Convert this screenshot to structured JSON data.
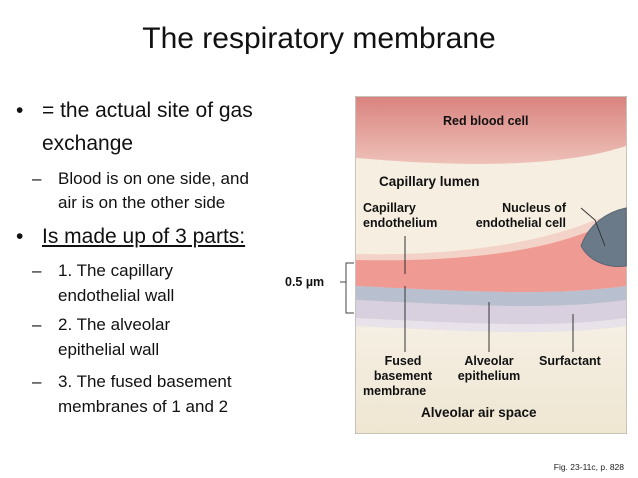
{
  "slide": {
    "title": "The respiratory membrane",
    "bullets": {
      "b1_line1": "= the actual site of gas",
      "b1_line2": "exchange",
      "b1_sub_line1": "Blood is on one side, and",
      "b1_sub_line2": "air is on the other side",
      "b2_line1": "Is made up of 3 parts:",
      "b2_sub1_line1": "1. The capillary",
      "b2_sub1_line2": "endothelial wall",
      "b2_sub2_line1": "2. The alveolar",
      "b2_sub2_line2": "epithelial wall",
      "b2_sub3_line1": "3. The fused basement",
      "b2_sub3_line2": "membranes of 1 and 2"
    },
    "glyphs": {
      "bullet": "•",
      "dash": "–"
    },
    "figure": {
      "red_blood_cell": "Red blood cell",
      "capillary_lumen": "Capillary lumen",
      "capillary_endothelium_line1": "Capillary",
      "capillary_endothelium_line2": "endothelium",
      "nucleus_line1": "Nucleus of",
      "nucleus_line2": "endothelial cell",
      "scale_label": "0.5 µm",
      "fused_line1": "Fused",
      "fused_line2": "basement",
      "fused_line3": "membrane",
      "alveolar_epi_line1": "Alveolar",
      "alveolar_epi_line2": "epithelium",
      "surfactant": "Surfactant",
      "alveolar_air_space": "Alveolar air space"
    },
    "fig_ref": "Fig. 23-11c, p. 828",
    "colors": {
      "rbc": "#e5a29f",
      "lumen": "#f6eee0",
      "endothelium": "#ef9a92",
      "basement": "#c9bfd4",
      "epithelium": "#d9d0df",
      "air": "#f3ecdc",
      "nucleus": "#6b7a88"
    }
  }
}
